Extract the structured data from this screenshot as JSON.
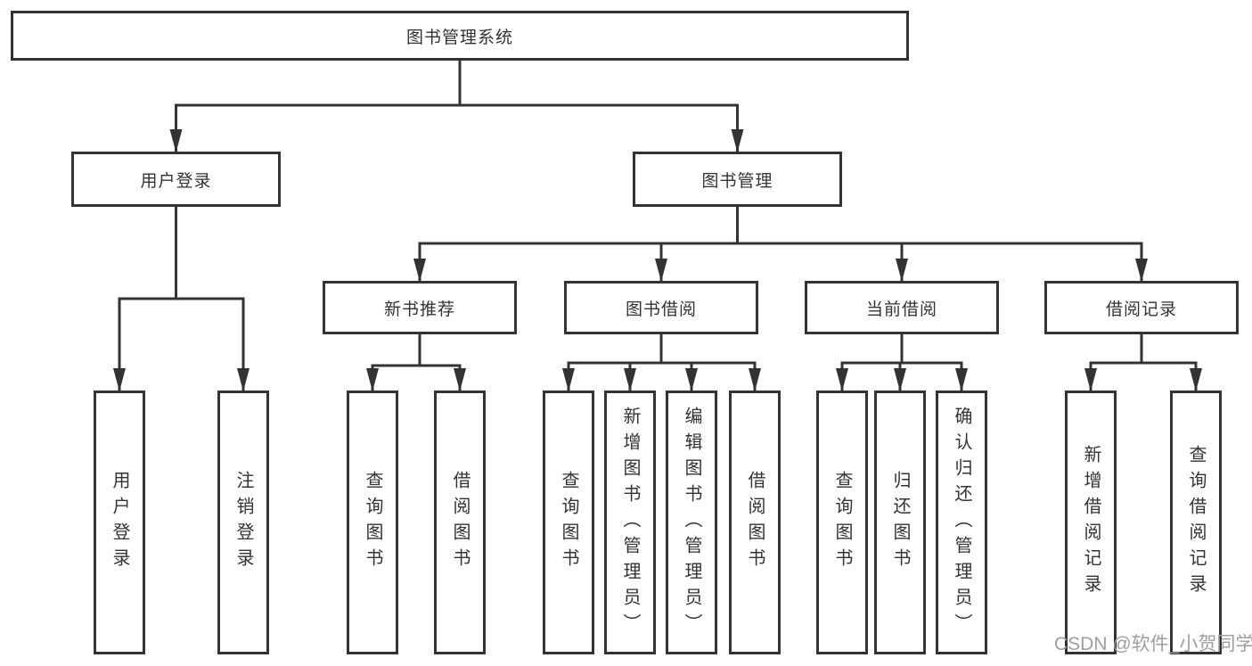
{
  "diagram": {
    "root": "图书管理系统",
    "branches": [
      {
        "label": "用户登录",
        "children": [
          "用户登录",
          "注销登录"
        ]
      },
      {
        "label": "图书管理",
        "children": [
          {
            "label": "新书推荐",
            "children": [
              "查询图书",
              "借阅图书"
            ]
          },
          {
            "label": "图书借阅",
            "children": [
              "查询图书",
              "新增图书（管理员）",
              "编辑图书（管理员）",
              "借阅图书"
            ]
          },
          {
            "label": "当前借阅",
            "children": [
              "查询图书",
              "归还图书",
              "确认归还（管理员）"
            ]
          },
          {
            "label": "借阅记录",
            "children": [
              "新增借阅记录",
              "查询借阅记录"
            ]
          }
        ]
      }
    ]
  },
  "watermark": "CSDN @软件_小贺同学",
  "colors": {
    "line": "#333333",
    "text": "#333333",
    "watermark": "#9e9e9e",
    "background": "#ffffff"
  }
}
